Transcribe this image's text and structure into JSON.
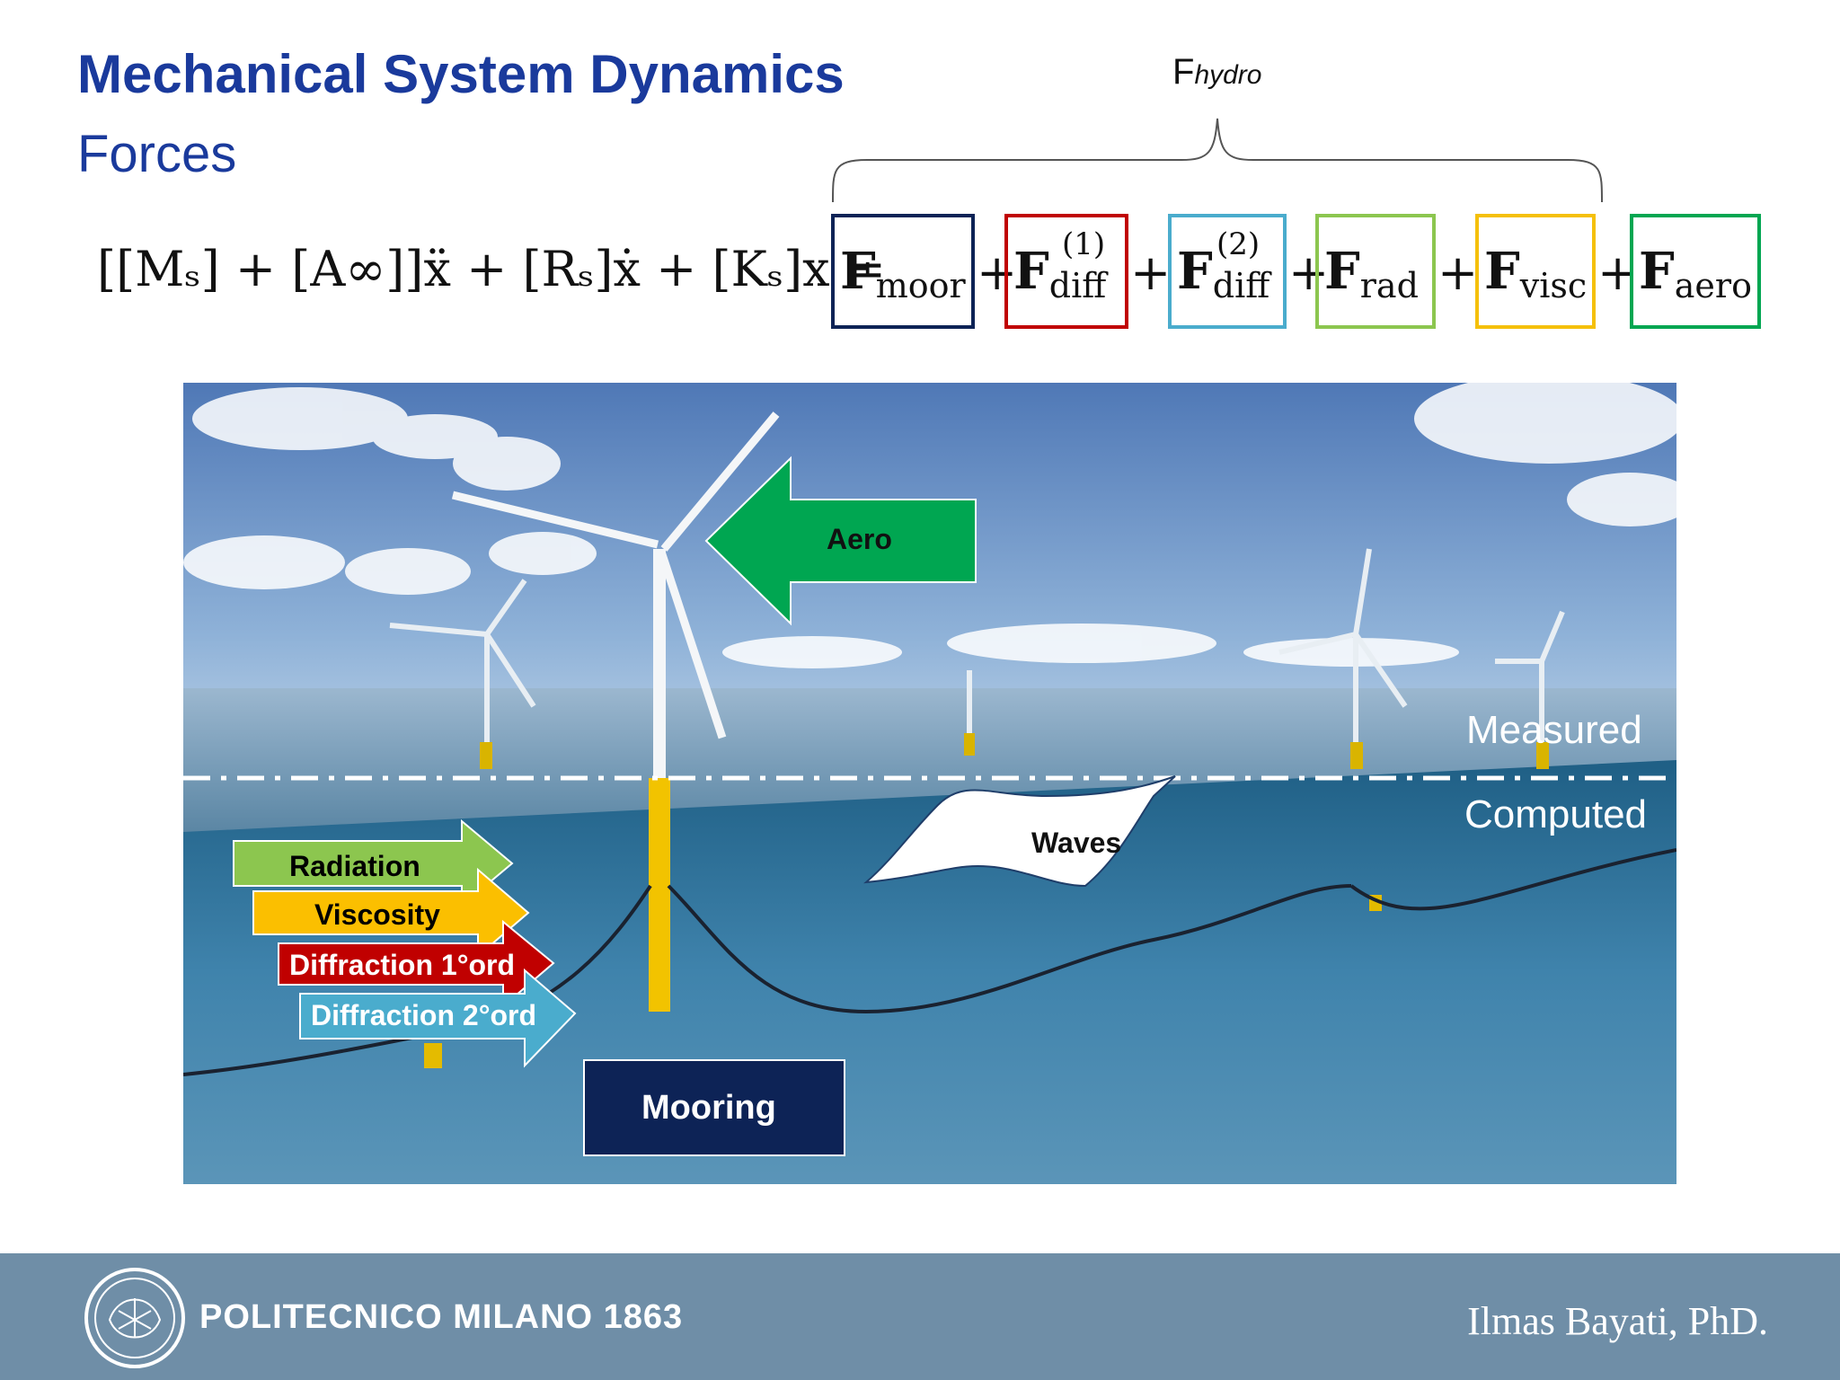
{
  "header": {
    "title": "Mechanical System Dynamics",
    "subtitle": "Forces",
    "hydro_main": "F",
    "hydro_sub": "hydro"
  },
  "equation": {
    "lhs": "[[Mₛ] + [A∞]]ẍ + [Rₛ]ẋ + [Kₛ]x =",
    "terms": [
      {
        "symbol": "F",
        "sub": "moor",
        "sup": "",
        "color": "#0d2356"
      },
      {
        "symbol": "F",
        "sub": "diff",
        "sup": "(1)",
        "color": "#c00000"
      },
      {
        "symbol": "F",
        "sub": "diff",
        "sup": "(2)",
        "color": "#4aaccd"
      },
      {
        "symbol": "F",
        "sub": "rad",
        "sup": "",
        "color": "#8cc64f"
      },
      {
        "symbol": "F",
        "sub": "visc",
        "sup": "",
        "color": "#f5c00a"
      },
      {
        "symbol": "F",
        "sub": "aero",
        "sup": "",
        "color": "#00a651"
      }
    ],
    "plus": "+"
  },
  "scene": {
    "measured_label": "Measured",
    "computed_label": "Computed",
    "aero_label": "Aero",
    "waves_label": "Waves",
    "mooring_label": "Mooring",
    "hydro_arrows": [
      {
        "label": "Radiation",
        "color": "#8cc64f",
        "text_color": "#111111"
      },
      {
        "label": "Viscosity",
        "color": "#fbbf00",
        "text_color": "#111111"
      },
      {
        "label": "Diffraction 1°ord",
        "color": "#c00000",
        "text_color": "#ffffff"
      },
      {
        "label": "Diffraction 2°ord",
        "color": "#4aaccd",
        "text_color": "#ffffff"
      }
    ]
  },
  "footer": {
    "org": "POLITECNICO MILANO 1863",
    "author": "Ilmas Bayati, PhD."
  }
}
